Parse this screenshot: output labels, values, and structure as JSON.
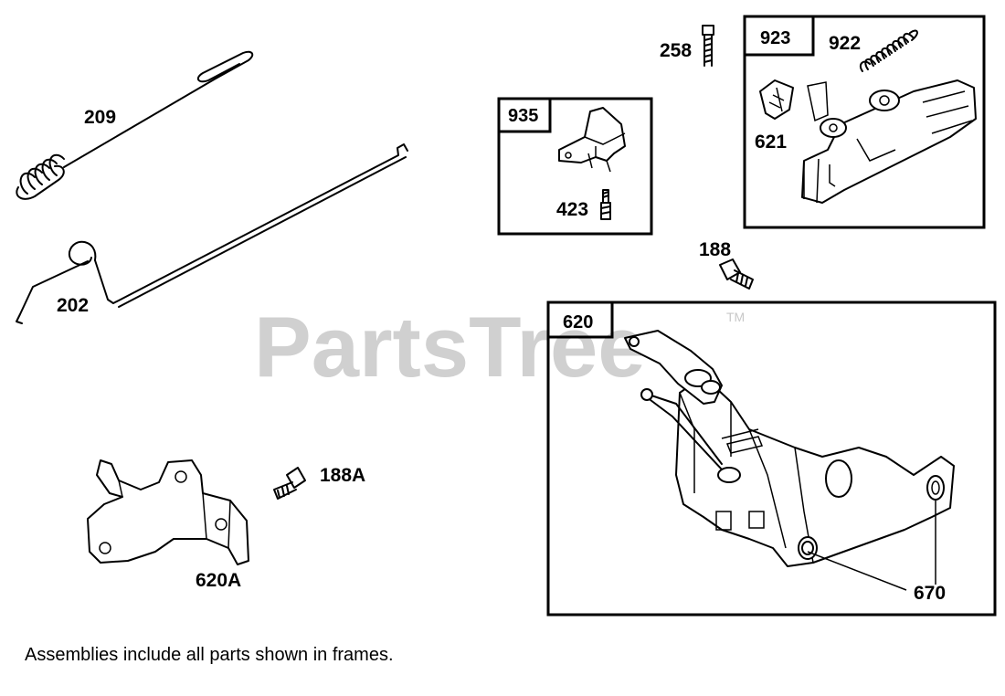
{
  "watermark": {
    "text": "PartsTree",
    "trademark": "TM"
  },
  "frames": [
    {
      "id": "frame-935",
      "label": "935"
    },
    {
      "id": "frame-923",
      "label": "923"
    },
    {
      "id": "frame-620",
      "label": "620"
    }
  ],
  "callouts": {
    "p209": "209",
    "p202": "202",
    "p258": "258",
    "p922": "922",
    "p621": "621",
    "p423": "423",
    "p188": "188",
    "p188a": "188A",
    "p620a": "620A",
    "p670": "670"
  },
  "note": "Assemblies include all parts shown in frames."
}
